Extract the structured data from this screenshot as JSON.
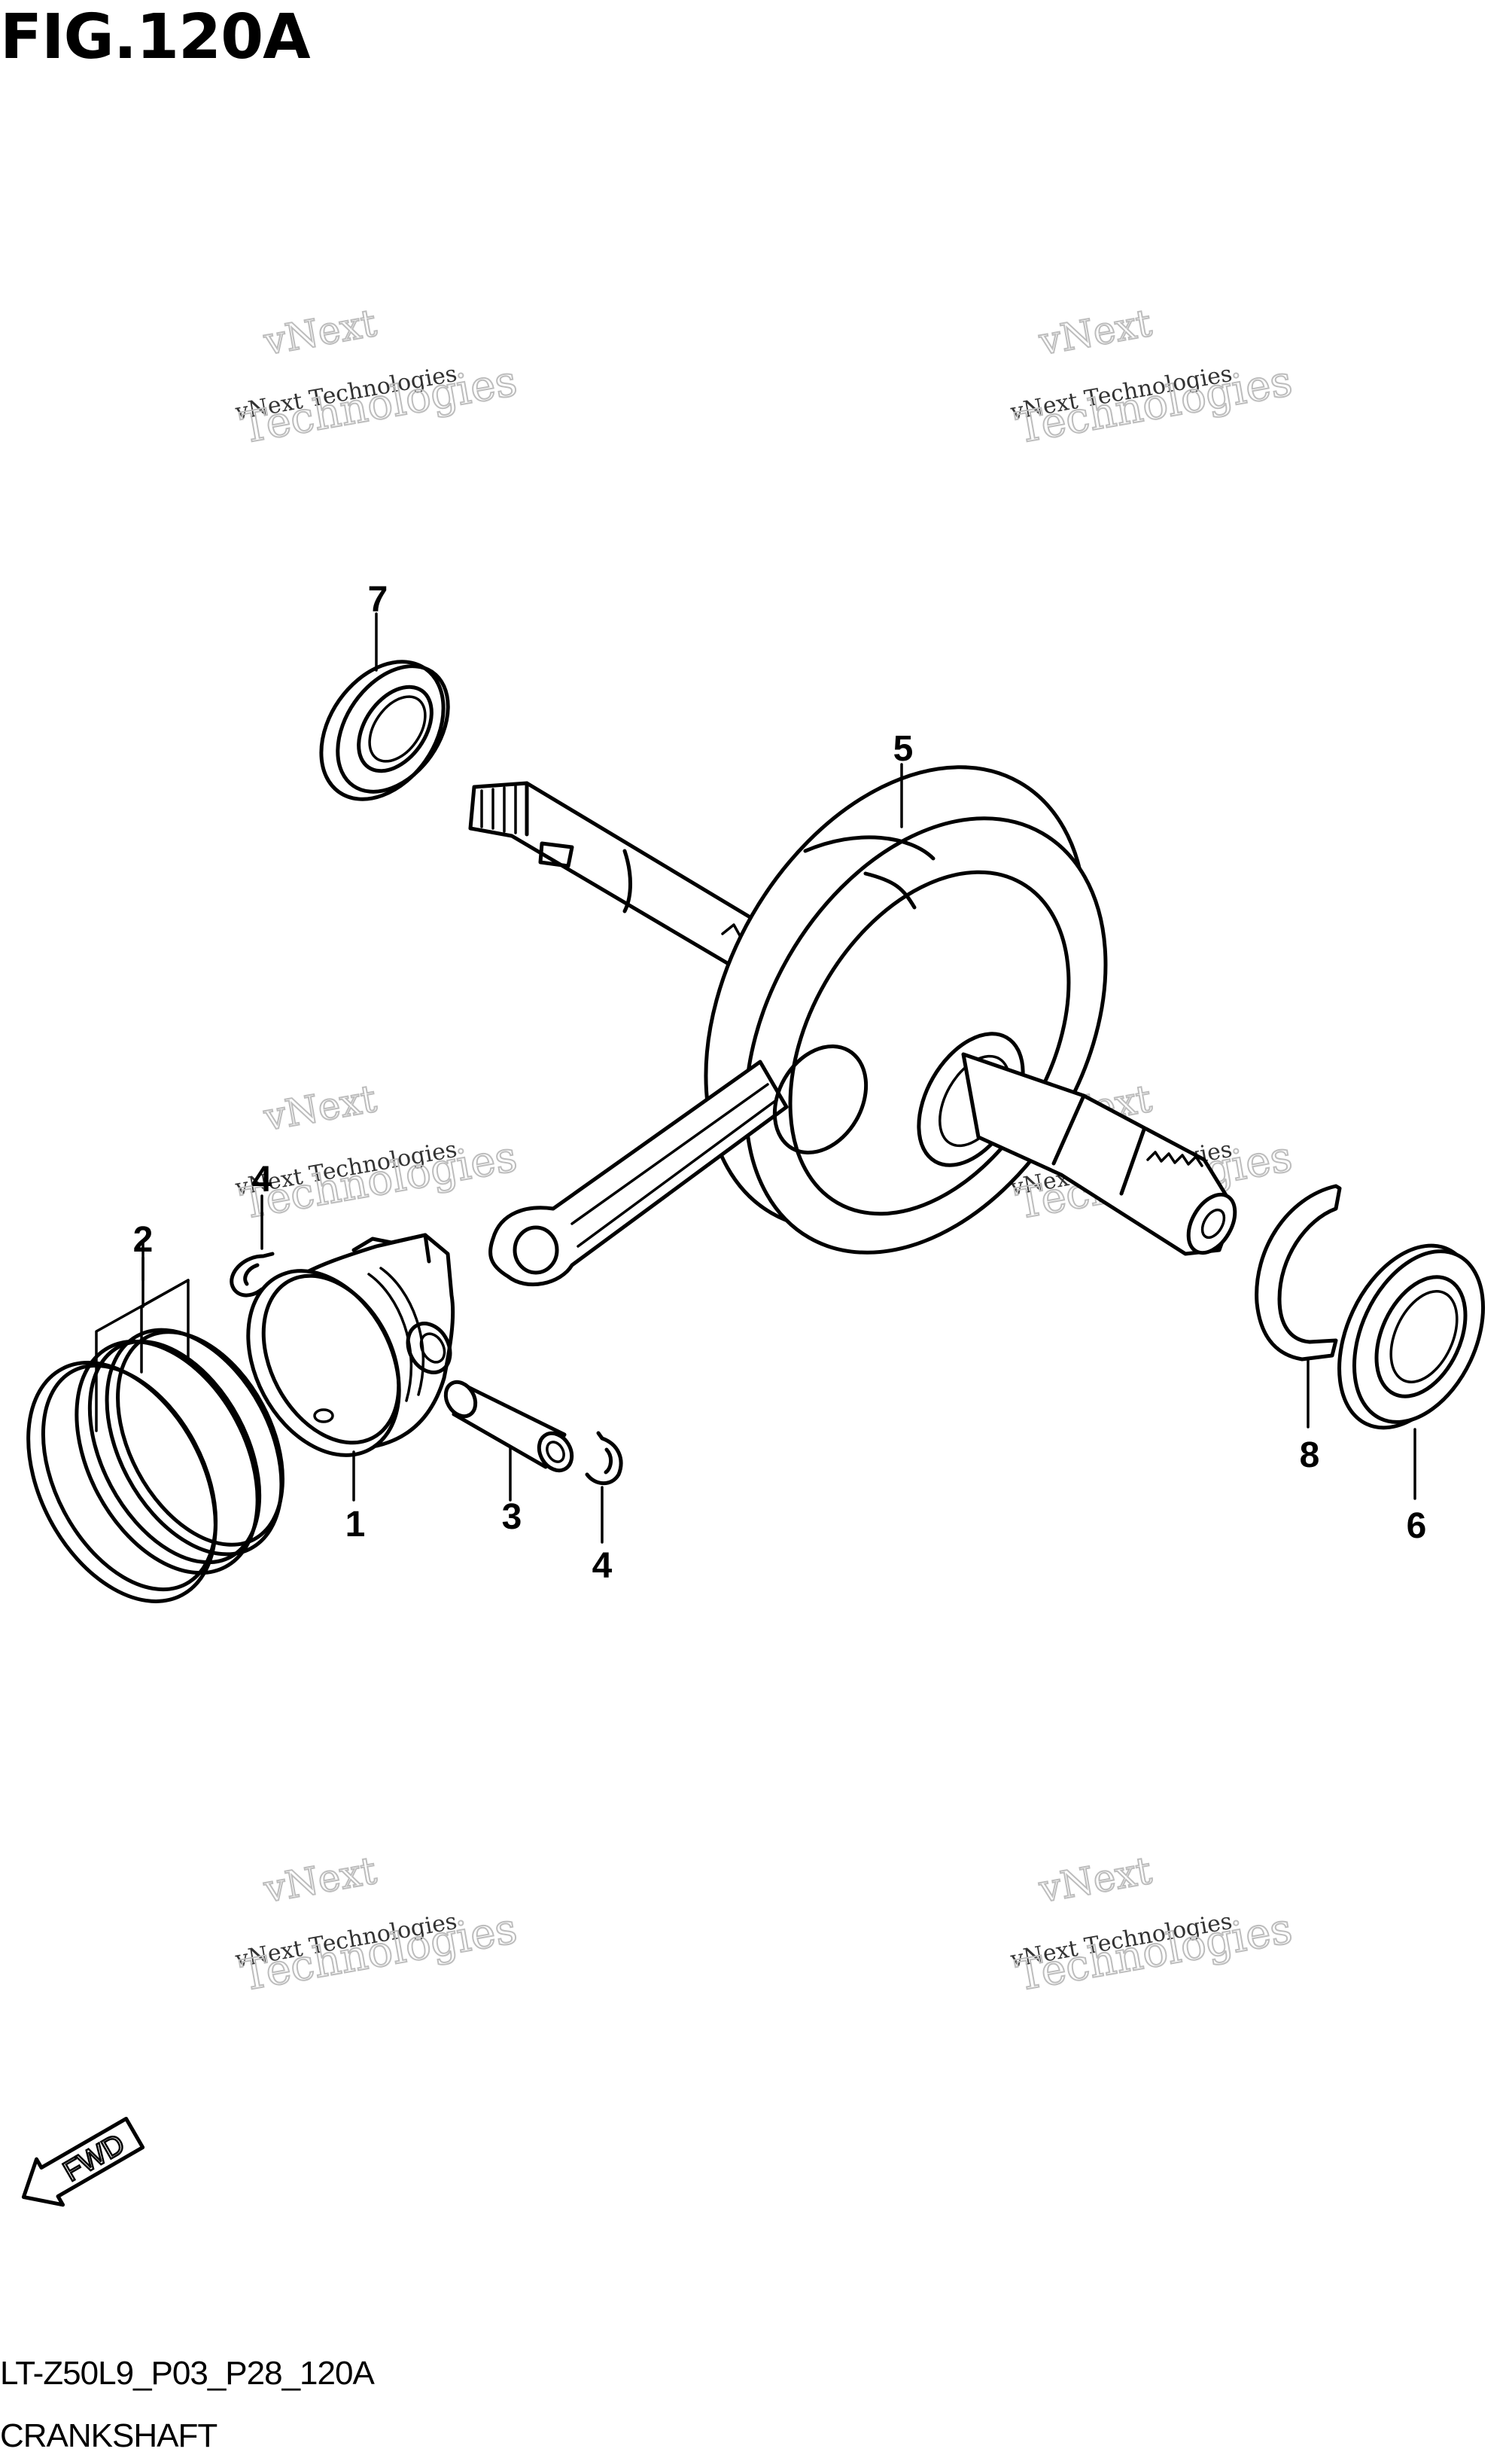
{
  "figure": {
    "title": "FIG.120A",
    "code": "LT-Z50L9_P03_P28_120A",
    "caption": "CRANKSHAFT"
  },
  "watermark": {
    "line1": "vNext",
    "line2": "vNext Technologies",
    "line3": "Technologies"
  },
  "callouts": {
    "piston": "1",
    "piston_ring_set": "2",
    "piston_pin": "3",
    "circlip_left": "4",
    "circlip_right": "4",
    "crankshaft": "5",
    "bearing": "6",
    "oil_seal": "7",
    "snap_ring": "8"
  },
  "direction": {
    "label": "FWD"
  }
}
